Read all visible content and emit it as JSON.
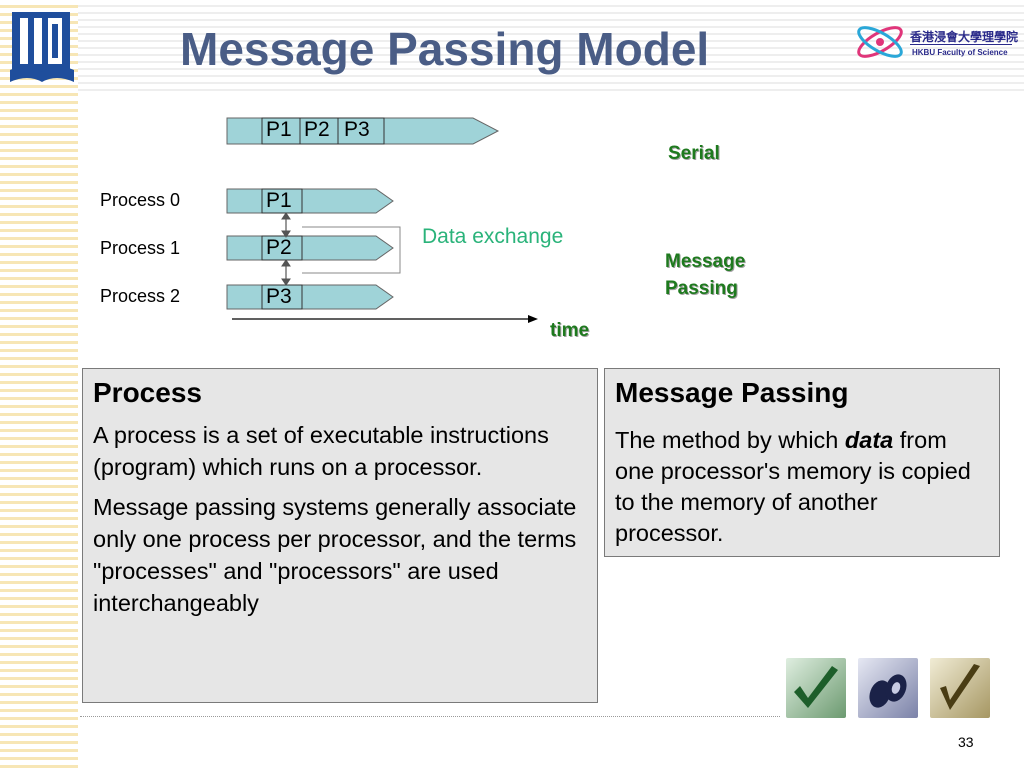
{
  "slide": {
    "title": "Message Passing Model",
    "number": "33"
  },
  "logo_right": {
    "chinese_text": "香港浸會大學理學院",
    "english_text": "HKBU Faculty of Science"
  },
  "diagram": {
    "serial_segments": [
      "P1",
      "P2",
      "P3"
    ],
    "serial_label": "Serial",
    "processes": [
      {
        "label": "Process  0",
        "segment": "P1"
      },
      {
        "label": "Process  1",
        "segment": "P2"
      },
      {
        "label": "Process  2",
        "segment": "P3"
      }
    ],
    "exchange_label": "Data exchange",
    "message_passing_label_line1": "Message",
    "message_passing_label_line2": "Passing",
    "time_label": "time"
  },
  "process_box": {
    "heading": "Process",
    "paragraph1": "A process is a set of executable instructions (program) which runs on a processor.",
    "paragraph2": "Message passing systems generally associate only one process per processor, and the terms \"processes\" and \"processors\" are used interchangeably"
  },
  "message_box": {
    "heading": "Message Passing",
    "text_before": "The method by which ",
    "emphasis": "data",
    "text_after": " from one processor's memory is copied to the memory of another processor."
  },
  "decor_icons": [
    "checkmark-icon",
    "disc-icon",
    "pen-nib-icon"
  ],
  "colors": {
    "title": "#4a5d86",
    "arrow_fill": "#9fd3d8",
    "green_label": "#1e7a1e",
    "exchange": "#2ab37a",
    "box_bg": "#e6e6e6"
  }
}
